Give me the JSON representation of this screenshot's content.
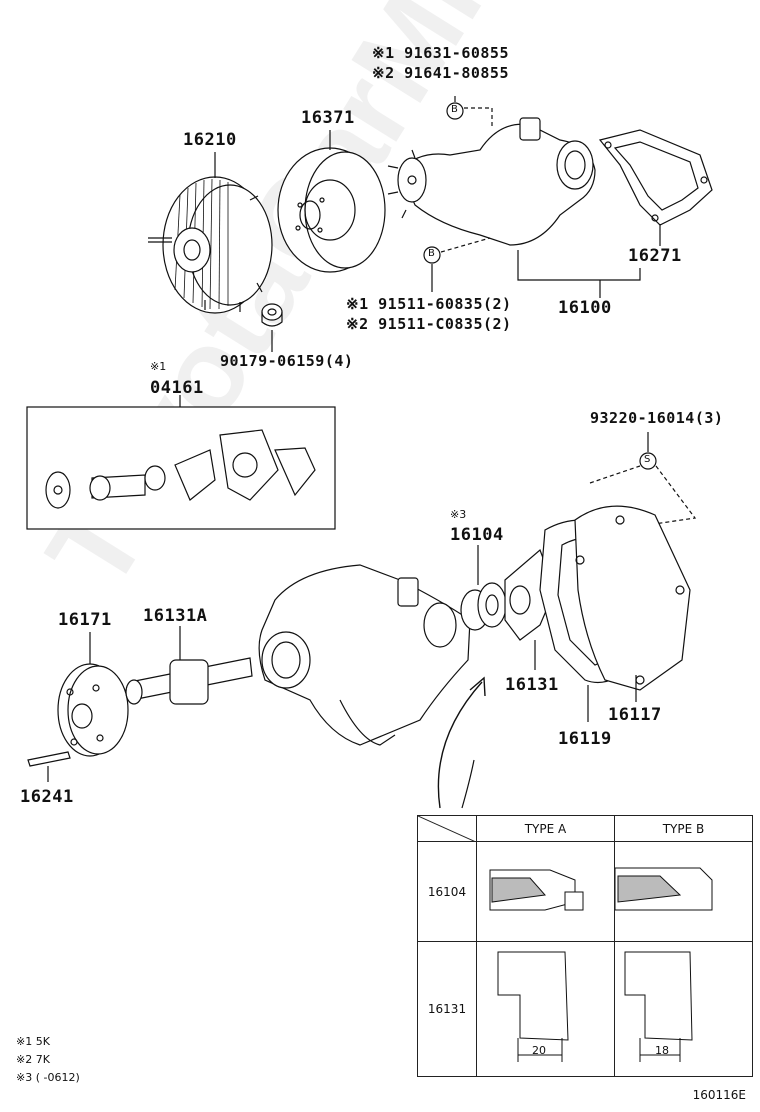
{
  "watermark": "ToyotaCarMine.eu",
  "parts": {
    "p16210": "16210",
    "p16371": "16371",
    "p16271": "16271",
    "p16100": "16100",
    "p04161": "04161",
    "p16104": "16104",
    "p16171": "16171",
    "p16131A": "16131A",
    "p16131": "16131",
    "p16119": "16119",
    "p16117": "16117",
    "p16241": "16241",
    "bolt_top_1": "※1 91631-60855",
    "bolt_top_2": "※2 91641-80855",
    "bolt_bot_1": "※1 91511-60835(2)",
    "bolt_bot_2": "※2 91511-C0835(2)",
    "nut": "90179-06159(4)",
    "nut_s": "93220-16014(3)",
    "mark_04161": "※1",
    "mark_16104": "※3"
  },
  "callouts": {
    "b_top": "B",
    "b_bot": "B",
    "s": "S"
  },
  "type_table": {
    "type_a": "TYPE A",
    "type_b": "TYPE B",
    "row1": "16104",
    "row2": "16131",
    "dim_a": "20",
    "dim_b": "18"
  },
  "notes": {
    "n1": "※1 5K",
    "n2": "※2 7K",
    "n3": "※3 (      -0612)"
  },
  "diagram_code": "160116E"
}
